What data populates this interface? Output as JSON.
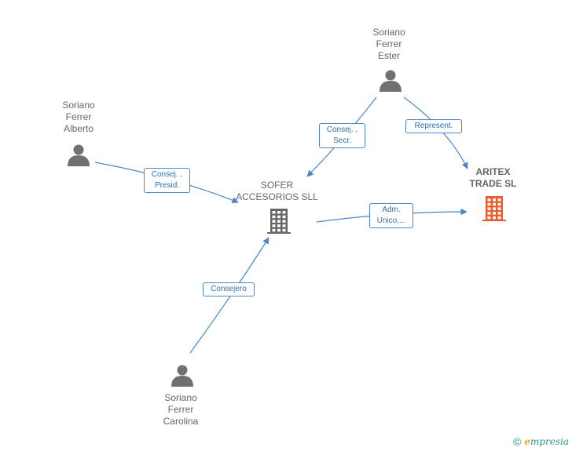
{
  "people": [
    {
      "id": "alberto",
      "label": "Soriano\nFerrer\nAlberto"
    },
    {
      "id": "ester",
      "label": "Soriano\nFerrer\nEster"
    },
    {
      "id": "carolina",
      "label": "Soriano\nFerrer\nCarolina"
    }
  ],
  "companies": [
    {
      "id": "sofer",
      "label": "SOFER\nACCESORIOS SLL",
      "color": "#666666"
    },
    {
      "id": "aritex",
      "label": "ARITEX\nTRADE  SL",
      "color": "#f05a28"
    }
  ],
  "edges": [
    {
      "from": "alberto",
      "to": "sofer",
      "lines": [
        "Consej. ,",
        "Presid."
      ]
    },
    {
      "from": "ester",
      "to": "sofer",
      "lines": [
        "Consej. ,",
        "Secr."
      ]
    },
    {
      "from": "ester",
      "to": "aritex",
      "lines": [
        "Represent."
      ]
    },
    {
      "from": "sofer",
      "to": "aritex",
      "lines": [
        "Adm.",
        "Unico,..."
      ]
    },
    {
      "from": "carolina",
      "to": "sofer",
      "lines": [
        "Consejero"
      ]
    }
  ],
  "colors": {
    "edge": "#4a86c8",
    "person": "#707070"
  },
  "footer": {
    "copyright": "©",
    "brand_initial": "e",
    "brand_rest": "mpresia"
  }
}
